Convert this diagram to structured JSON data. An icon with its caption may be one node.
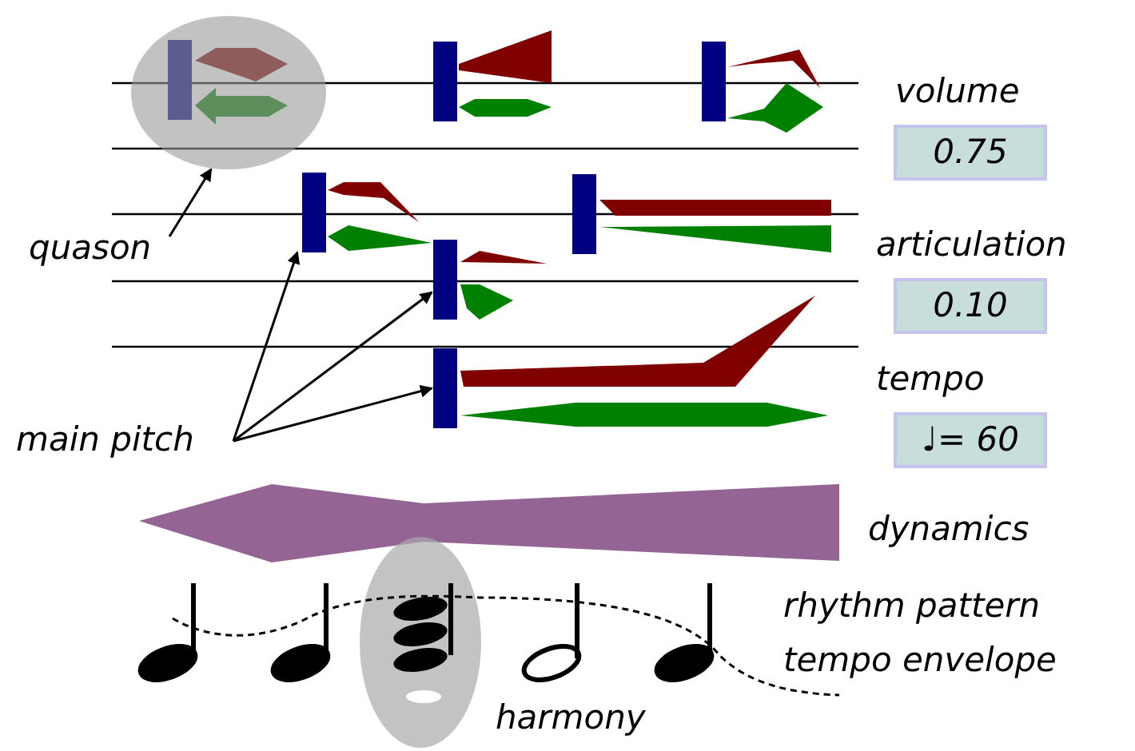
{
  "diagram": {
    "nodes": [
      {
        "text": [
          "quason"
        ]
      },
      {
        "text": [],
        "shape": "circle"
      },
      {
        "text": [
          "main pitch"
        ]
      },
      {
        "text": [],
        "shape": "bar"
      },
      {
        "text": [],
        "shape": "bar"
      },
      {
        "text": [],
        "shape": "bar"
      },
      {
        "text": [
          "0.75"
        ],
        "beside": [
          "volume"
        ]
      },
      {
        "text": [
          "0.10"
        ],
        "beside": [
          "articulation"
        ]
      },
      {
        "text": [
          "♩= 60"
        ],
        "beside": [
          "tempo"
        ]
      }
    ],
    "edges": [
      {
        "from": 0,
        "to": 1,
        "arrow": "to"
      },
      {
        "from": 2,
        "to": 3,
        "arrow": "to"
      },
      {
        "from": 2,
        "to": 4,
        "arrow": "to"
      },
      {
        "from": 2,
        "to": 5,
        "arrow": "to"
      }
    ],
    "labels": [
      "dynamics",
      "rhythm pattern",
      "tempo envelope",
      "harmony"
    ]
  }
}
